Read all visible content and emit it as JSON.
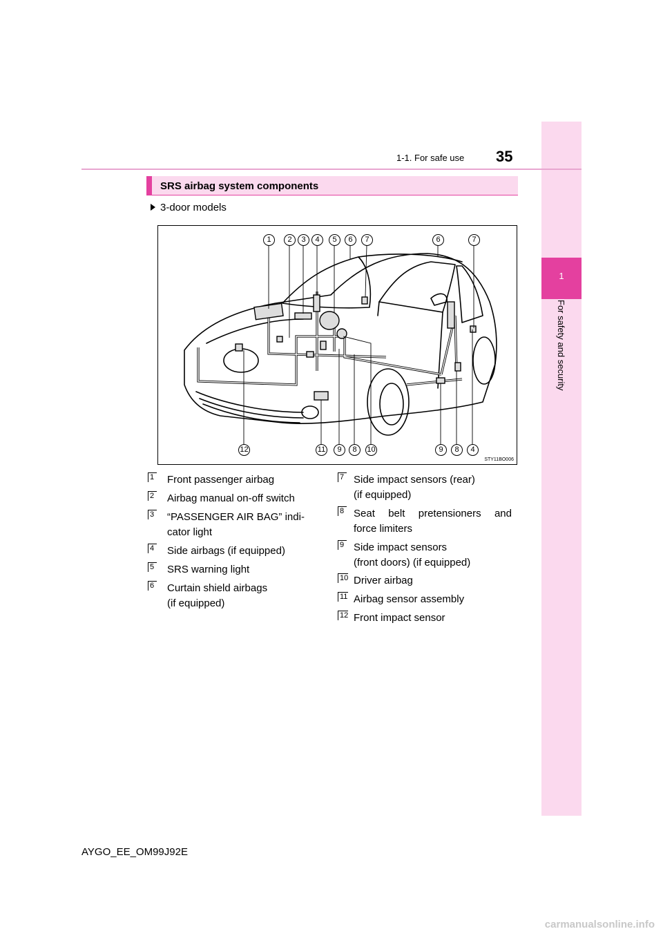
{
  "header": {
    "section": "1-1. For safe use",
    "page_number": "35"
  },
  "side_tab": {
    "chapter_number": "1",
    "chapter_title": "For safety and security"
  },
  "box": {
    "title": "SRS airbag system components"
  },
  "model_label": "3-door models",
  "diagram": {
    "image_code": "STY11BO006",
    "callouts_top": [
      "1",
      "2",
      "3",
      "4",
      "5",
      "6",
      "7",
      "6",
      "7"
    ],
    "callouts_bottom": [
      "12",
      "11",
      "9",
      "8",
      "10",
      "9",
      "8",
      "4"
    ]
  },
  "legend_left": [
    {
      "num": "1",
      "lines": [
        "Front passenger airbag"
      ]
    },
    {
      "num": "2",
      "lines": [
        "Airbag manual on-off switch"
      ]
    },
    {
      "num": "3",
      "lines": [
        "“PASSENGER AIR BAG” indi-",
        "cator light"
      ]
    },
    {
      "num": "4",
      "lines": [
        "Side airbags (if equipped)"
      ]
    },
    {
      "num": "5",
      "lines": [
        "SRS warning light"
      ]
    },
    {
      "num": "6",
      "lines": [
        "Curtain shield airbags",
        "(if equipped)"
      ]
    }
  ],
  "legend_right": [
    {
      "num": "7",
      "lines": [
        "Side impact sensors (rear)",
        "(if equipped)"
      ]
    },
    {
      "num": "8",
      "lines": [
        "Seat belt pretensioners and",
        "force limiters"
      ]
    },
    {
      "num": "9",
      "lines": [
        "Side impact sensors",
        "(front doors) (if equipped)"
      ]
    },
    {
      "num": "10",
      "lines": [
        "Driver airbag"
      ]
    },
    {
      "num": "11",
      "lines": [
        "Airbag sensor assembly"
      ]
    },
    {
      "num": "12",
      "lines": [
        "Front impact sensor"
      ]
    }
  ],
  "footer": "AYGO_EE_OM99J92E",
  "watermark": "carmanualsonline.info"
}
